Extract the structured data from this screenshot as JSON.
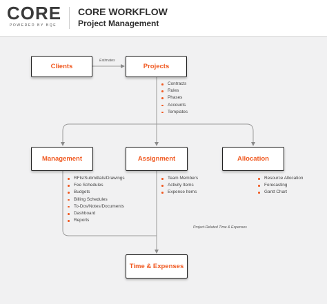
{
  "logo": {
    "text": "CORE",
    "tagline": "POWERED BY BQE"
  },
  "header": {
    "title": "CORE WORKFLOW",
    "subtitle": "Project Management"
  },
  "nodes": {
    "clients": "Clients",
    "projects": "Projects",
    "management": "Management",
    "assignment": "Assignment",
    "allocation": "Allocation",
    "time_expenses": "Time & Expenses"
  },
  "edge_labels": {
    "estimates": "Estimates",
    "project_related": "Project-Related Time & Expenses"
  },
  "lists": {
    "projects": [
      "Contracts",
      "Rules",
      "Phases",
      "Accounts",
      "Templates"
    ],
    "management": [
      "RFIs/Submittals/Drawings",
      "Fee Schedules",
      "Budgets",
      "Billing Schedules",
      "To-Dos/Notes/Documents",
      "Dashboard",
      "Reports"
    ],
    "assignment": [
      "Team Members",
      "Activity Items",
      "Expense Items"
    ],
    "allocation": [
      "Resource Allocation",
      "Forecasting",
      "Gantt Chart"
    ]
  },
  "colors": {
    "accent": "#f05a22",
    "line": "#9a9a9a",
    "border": "#1f1f1f",
    "canvas": "#f1f1f2"
  }
}
